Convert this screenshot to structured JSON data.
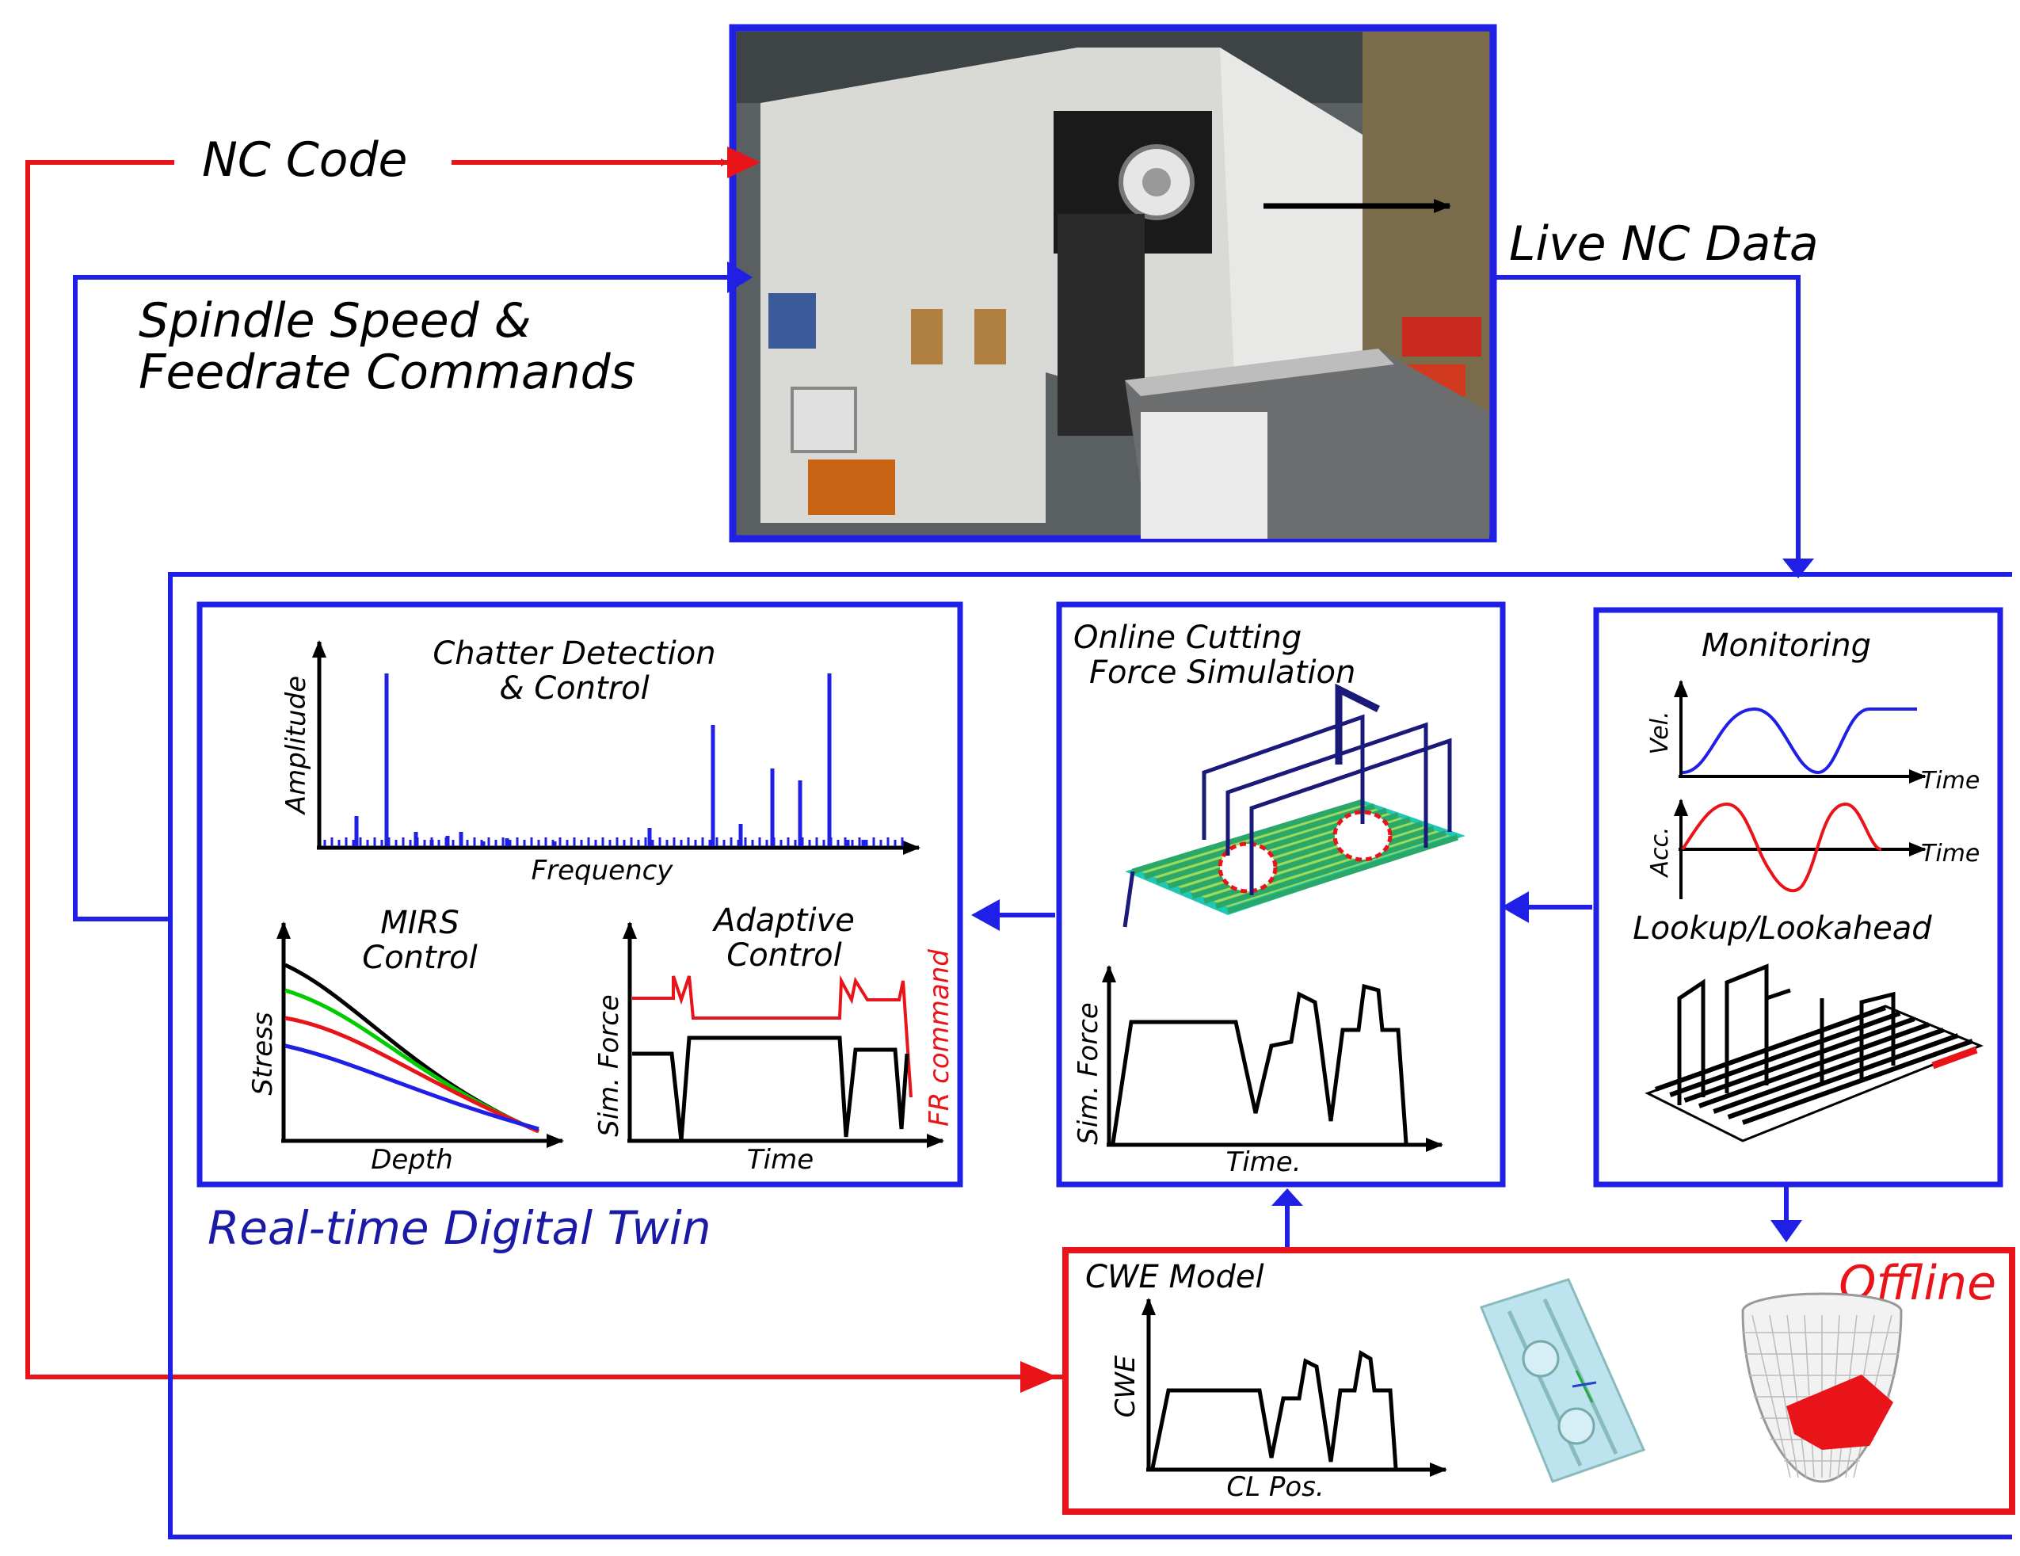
{
  "colors": {
    "blue": "#1f1fe6",
    "red": "#e8141a",
    "dark_blue_text": "#1a1aa6",
    "black": "#000000"
  },
  "machine": {
    "photo": "machine-tool-photo"
  },
  "flows": {
    "nc_code": "NC Code",
    "spindle_line1": "Spindle Speed &",
    "spindle_line2": "Feedrate Commands",
    "live_nc": "Live NC Data"
  },
  "chatter": {
    "title_line1": "Chatter Detection",
    "title_line2": "& Control",
    "ylabel": "Amplitude",
    "xlabel": "Frequency"
  },
  "mirs": {
    "title_line1": "MIRS",
    "title_line2": "Control",
    "ylabel": "Stress",
    "xlabel": "Depth"
  },
  "adaptive": {
    "title_line1": "Adaptive",
    "title_line2": "Control",
    "ylabel": "Sim. Force",
    "ylabel2": "FR command",
    "xlabel": "Time"
  },
  "twin_label": "Real-time Digital Twin",
  "simulation": {
    "title_line1": "Online Cutting",
    "title_line2": "Force Simulation",
    "ylabel": "Sim. Force",
    "xlabel": "Time."
  },
  "monitoring": {
    "title": "Monitoring",
    "vel_label": "Vel.",
    "acc_label": "Acc.",
    "time_label": "Time",
    "lookup_title": "Lookup/Lookahead"
  },
  "offline": {
    "tag": "Offline",
    "title": "CWE Model",
    "ylabel": "CWE",
    "xlabel": "CL Pos."
  }
}
